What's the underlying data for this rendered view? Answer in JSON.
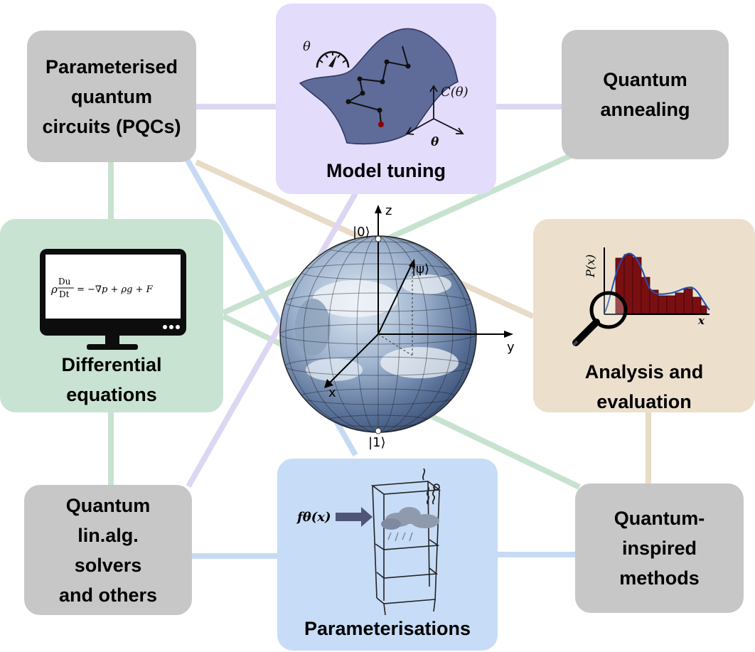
{
  "nodes": {
    "pqc": "Parameterised quantum circuits (PQCs)",
    "annealing": "Quantum annealing",
    "model_tuning": "Model tuning",
    "diff_eq": "Differential equations",
    "analysis": "Analysis and evaluation",
    "linalg": "Quantum lin.alg. solvers and others",
    "param": "Parameterisations",
    "inspired": "Quantum-inspired methods"
  },
  "lines": {
    "pqc": [
      "Parameterised",
      "quantum",
      "circuits (PQCs)"
    ],
    "annealing": [
      "Quantum",
      "annealing"
    ],
    "diff_eq": [
      "Differential",
      "equations"
    ],
    "analysis": [
      "Analysis and",
      "evaluation"
    ],
    "linalg": [
      "Quantum",
      "lin.alg.",
      "solvers",
      "and others"
    ],
    "inspired": [
      "Quantum-",
      "inspired",
      "methods"
    ]
  },
  "bloch": {
    "axis_z": "z",
    "axis_y": "y",
    "axis_x": "x",
    "ket0": "|0⟩",
    "ket1": "|1⟩",
    "ketpsi": "|ψ⟩"
  },
  "model_tuning_icon": {
    "theta": "θ",
    "cost": "C(θ)",
    "axis_theta": "θ"
  },
  "analysis_icon": {
    "ylabel": "P(x)",
    "xlabel": "x"
  },
  "param_icon": {
    "func": "fθ(x)"
  },
  "equation": {
    "lhs_rho": "ρ",
    "frac_num": "Du",
    "frac_den": "Dt",
    "rhs": "= −∇p + ρg + F"
  },
  "colors": {
    "gray": "#c7c7c7",
    "green": "#c9e3d2",
    "lavender": "#e3dcfb",
    "tan": "#ece0cd",
    "blue": "#c7dcf6",
    "surface": "#5f6b99",
    "histogram": "#7a0f12"
  }
}
